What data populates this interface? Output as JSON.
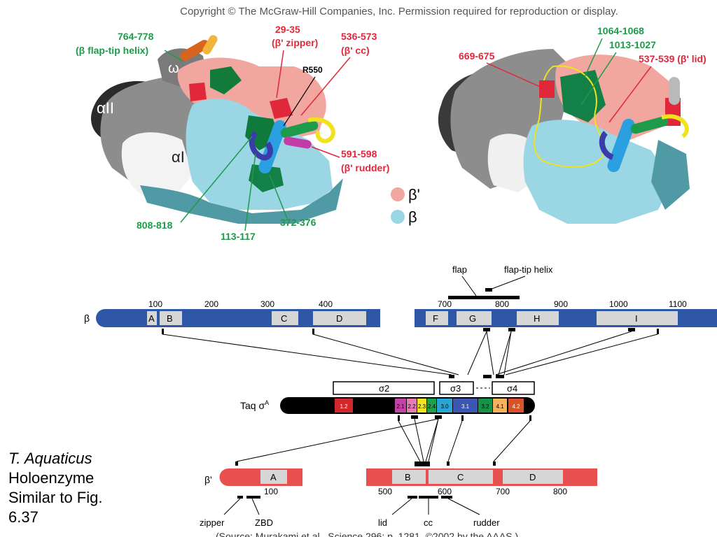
{
  "copyright": "Copyright © The McGraw-Hill Companies, Inc. Permission required for reproduction or display.",
  "structure": {
    "left_labels": {
      "flap_tip_range": "764-778",
      "flap_tip_name": "(β flap-tip helix)",
      "omega": "ω",
      "alpha2": "αII",
      "alpha1": "αI",
      "zipper_range": "29-35",
      "zipper_name": "(β' zipper)",
      "cc_range": "536-573",
      "cc_name": "(β' cc)",
      "r550": "R550",
      "rudder_range": "591-598",
      "rudder_name": "(β' rudder)",
      "r808": "808-818",
      "r113": "113-117",
      "r372": "372-376"
    },
    "legend": {
      "beta_prime": "β'",
      "beta": "β"
    },
    "right_labels": {
      "r669": "669-675",
      "r1064": "1064-1068",
      "r1013": "1013-1027",
      "lid": "537-539 (β' lid)"
    },
    "colors": {
      "beta_prime": "#f2a6a0",
      "beta": "#9ad6e3",
      "green": "#1f9a4a",
      "red": "#e0283a"
    }
  },
  "beta": {
    "name": "β",
    "top_labels": {
      "flap": "flap",
      "flap_tip": "flap-tip helix"
    },
    "ticks": [
      "100",
      "200",
      "300",
      "400",
      "700",
      "800",
      "900",
      "1000",
      "1100"
    ],
    "segments": [
      "A",
      "B",
      "C",
      "D",
      "F",
      "G",
      "H",
      "I"
    ],
    "color": "#2e57a8"
  },
  "sigma": {
    "name": "Taq σ",
    "superscript": "A",
    "domains": [
      "σ2",
      "σ3",
      "σ4"
    ],
    "regions": [
      "1.2",
      "2.1",
      "2.2",
      "2.3",
      "2.4",
      "3.0",
      "3.1",
      "3.2",
      "4.1",
      "4.2"
    ],
    "region_colors": [
      "#d3272e",
      "#c242a6",
      "#e57cb4",
      "#f3e51f",
      "#1fa04a",
      "#2aa5d6",
      "#3a56b2",
      "#16924a",
      "#f7b25e",
      "#d8522a"
    ]
  },
  "beta_prime": {
    "name": "β'",
    "ticks": [
      "100",
      "500",
      "600",
      "700",
      "800"
    ],
    "segments": [
      "A",
      "B",
      "C",
      "D"
    ],
    "bottom_labels": {
      "zipper": "zipper",
      "zbd": "ZBD",
      "lid": "lid",
      "cc": "cc",
      "rudder": "rudder"
    },
    "color": "#e8504f"
  },
  "source": "(Source: Murakami et al., Science 296: p. 1281, ©2002 by the AAAS.)",
  "caption": {
    "title": "T. Aquaticus",
    "line2": "Holoenzyme",
    "line3": "Similar to Fig.",
    "line4": "6.37"
  }
}
